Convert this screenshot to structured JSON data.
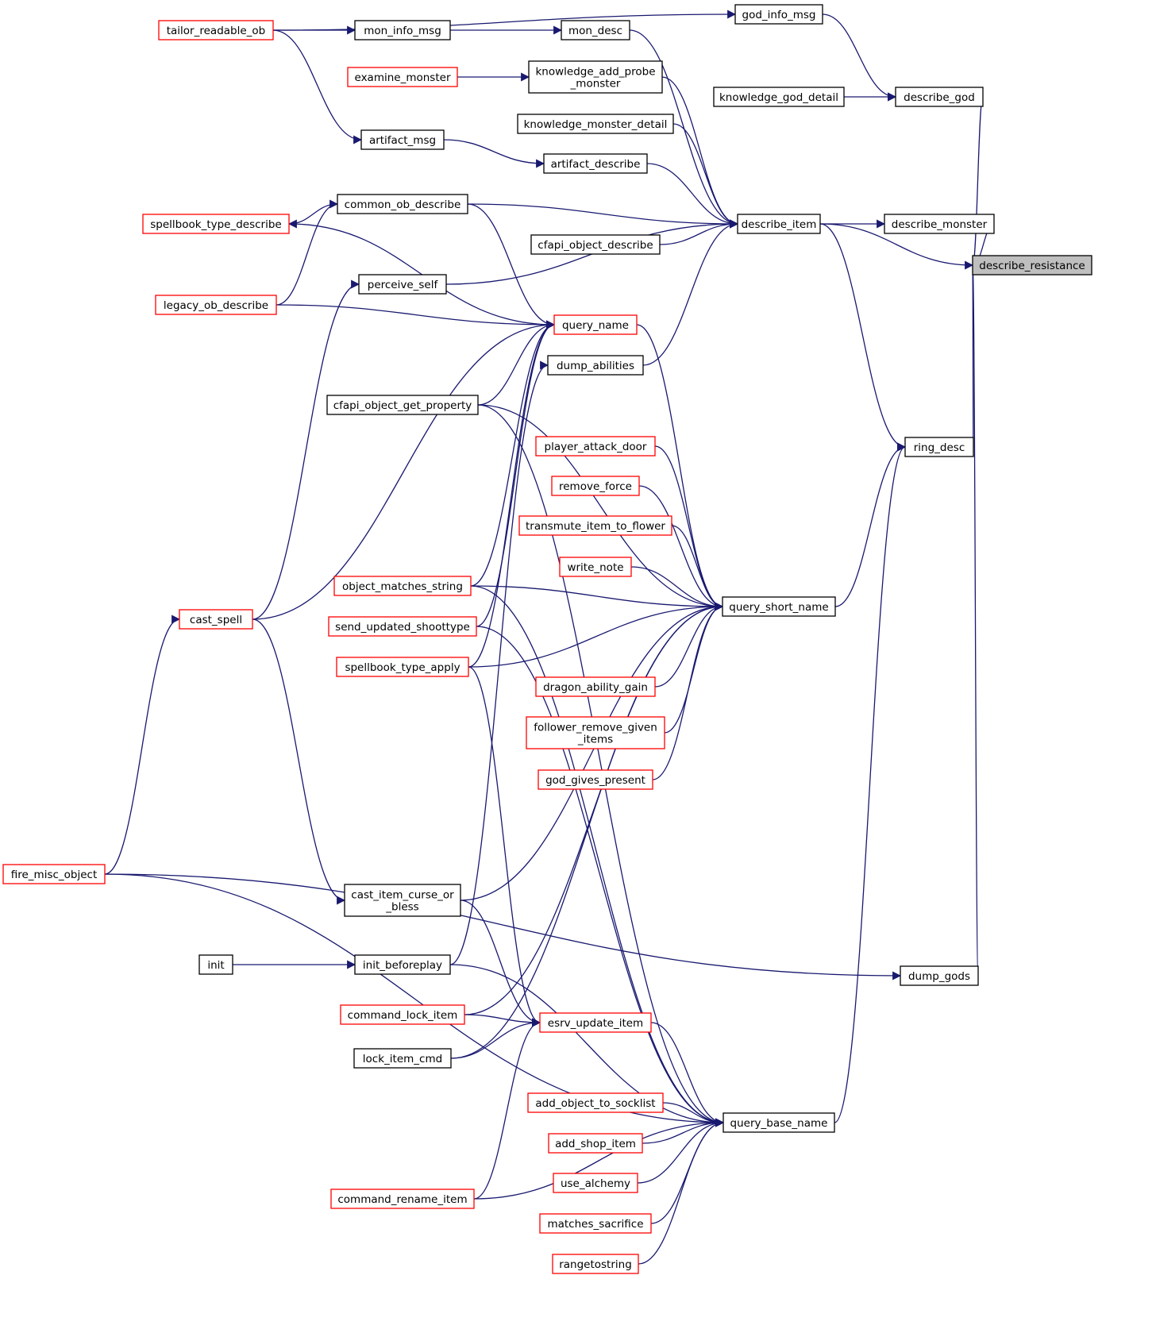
{
  "colors": {
    "edge": "#191970",
    "node_border": "#000000",
    "node_border_truncated": "#ff0000",
    "node_fill": "#ffffff",
    "focus_fill": "#bfbfbf"
  },
  "nodes": [
    {
      "id": "describe_resistance",
      "lines": [
        "describe_resistance"
      ],
      "style": "focus"
    },
    {
      "id": "describe_god",
      "lines": [
        "describe_god"
      ],
      "style": "normal"
    },
    {
      "id": "describe_item",
      "lines": [
        "describe_item"
      ],
      "style": "normal"
    },
    {
      "id": "describe_monster",
      "lines": [
        "describe_monster"
      ],
      "style": "normal"
    },
    {
      "id": "ring_desc",
      "lines": [
        "ring_desc"
      ],
      "style": "normal"
    },
    {
      "id": "dump_gods",
      "lines": [
        "dump_gods"
      ],
      "style": "normal"
    },
    {
      "id": "god_info_msg",
      "lines": [
        "god_info_msg"
      ],
      "style": "normal"
    },
    {
      "id": "knowledge_god_detail",
      "lines": [
        "knowledge_god_detail"
      ],
      "style": "normal"
    },
    {
      "id": "tailor_readable_ob",
      "lines": [
        "tailor_readable_ob"
      ],
      "style": "truncated"
    },
    {
      "id": "mon_info_msg",
      "lines": [
        "mon_info_msg"
      ],
      "style": "normal"
    },
    {
      "id": "mon_desc",
      "lines": [
        "mon_desc"
      ],
      "style": "normal"
    },
    {
      "id": "examine_monster",
      "lines": [
        "examine_monster"
      ],
      "style": "truncated"
    },
    {
      "id": "knowledge_add_probe_monster",
      "lines": [
        "knowledge_add_probe",
        "_monster"
      ],
      "style": "normal"
    },
    {
      "id": "knowledge_monster_detail",
      "lines": [
        "knowledge_monster_detail"
      ],
      "style": "normal"
    },
    {
      "id": "artifact_msg",
      "lines": [
        "artifact_msg"
      ],
      "style": "normal"
    },
    {
      "id": "artifact_describe",
      "lines": [
        "artifact_describe"
      ],
      "style": "normal"
    },
    {
      "id": "common_ob_describe",
      "lines": [
        "common_ob_describe"
      ],
      "style": "normal"
    },
    {
      "id": "spellbook_type_describe",
      "lines": [
        "spellbook_type_describe"
      ],
      "style": "truncated"
    },
    {
      "id": "cfapi_object_describe",
      "lines": [
        "cfapi_object_describe"
      ],
      "style": "normal"
    },
    {
      "id": "perceive_self",
      "lines": [
        "perceive_self"
      ],
      "style": "normal"
    },
    {
      "id": "legacy_ob_describe",
      "lines": [
        "legacy_ob_describe"
      ],
      "style": "truncated"
    },
    {
      "id": "query_name",
      "lines": [
        "query_name"
      ],
      "style": "truncated"
    },
    {
      "id": "dump_abilities",
      "lines": [
        "dump_abilities"
      ],
      "style": "normal"
    },
    {
      "id": "cfapi_object_get_property",
      "lines": [
        "cfapi_object_get_property"
      ],
      "style": "normal"
    },
    {
      "id": "player_attack_door",
      "lines": [
        "player_attack_door"
      ],
      "style": "truncated"
    },
    {
      "id": "remove_force",
      "lines": [
        "remove_force"
      ],
      "style": "truncated"
    },
    {
      "id": "transmute_item_to_flower",
      "lines": [
        "transmute_item_to_flower"
      ],
      "style": "truncated"
    },
    {
      "id": "write_note",
      "lines": [
        "write_note"
      ],
      "style": "truncated"
    },
    {
      "id": "object_matches_string",
      "lines": [
        "object_matches_string"
      ],
      "style": "truncated"
    },
    {
      "id": "query_short_name",
      "lines": [
        "query_short_name"
      ],
      "style": "normal"
    },
    {
      "id": "cast_spell",
      "lines": [
        "cast_spell"
      ],
      "style": "truncated"
    },
    {
      "id": "send_updated_shoottype",
      "lines": [
        "send_updated_shoottype"
      ],
      "style": "truncated"
    },
    {
      "id": "spellbook_type_apply",
      "lines": [
        "spellbook_type_apply"
      ],
      "style": "truncated"
    },
    {
      "id": "dragon_ability_gain",
      "lines": [
        "dragon_ability_gain"
      ],
      "style": "truncated"
    },
    {
      "id": "follower_remove_given_items",
      "lines": [
        "follower_remove_given",
        "_items"
      ],
      "style": "truncated"
    },
    {
      "id": "god_gives_present",
      "lines": [
        "god_gives_present"
      ],
      "style": "truncated"
    },
    {
      "id": "fire_misc_object",
      "lines": [
        "fire_misc_object"
      ],
      "style": "truncated"
    },
    {
      "id": "cast_item_curse_or_bless",
      "lines": [
        "cast_item_curse_or",
        "_bless"
      ],
      "style": "normal"
    },
    {
      "id": "init",
      "lines": [
        "init"
      ],
      "style": "normal"
    },
    {
      "id": "init_beforeplay",
      "lines": [
        "init_beforeplay"
      ],
      "style": "normal"
    },
    {
      "id": "command_lock_item",
      "lines": [
        "command_lock_item"
      ],
      "style": "truncated"
    },
    {
      "id": "esrv_update_item",
      "lines": [
        "esrv_update_item"
      ],
      "style": "truncated"
    },
    {
      "id": "lock_item_cmd",
      "lines": [
        "lock_item_cmd"
      ],
      "style": "normal"
    },
    {
      "id": "add_object_to_socklist",
      "lines": [
        "add_object_to_socklist"
      ],
      "style": "truncated"
    },
    {
      "id": "query_base_name",
      "lines": [
        "query_base_name"
      ],
      "style": "normal"
    },
    {
      "id": "add_shop_item",
      "lines": [
        "add_shop_item"
      ],
      "style": "truncated"
    },
    {
      "id": "use_alchemy",
      "lines": [
        "use_alchemy"
      ],
      "style": "truncated"
    },
    {
      "id": "command_rename_item",
      "lines": [
        "command_rename_item"
      ],
      "style": "truncated"
    },
    {
      "id": "matches_sacrifice",
      "lines": [
        "matches_sacrifice"
      ],
      "style": "truncated"
    },
    {
      "id": "rangetostring",
      "lines": [
        "rangetostring"
      ],
      "style": "truncated"
    }
  ],
  "edges": [
    {
      "from": "describe_god",
      "to": "describe_resistance"
    },
    {
      "from": "describe_item",
      "to": "describe_resistance"
    },
    {
      "from": "describe_monster",
      "to": "describe_resistance"
    },
    {
      "from": "ring_desc",
      "to": "describe_resistance"
    },
    {
      "from": "dump_gods",
      "to": "describe_resistance"
    },
    {
      "from": "god_info_msg",
      "to": "describe_god"
    },
    {
      "from": "knowledge_god_detail",
      "to": "describe_god"
    },
    {
      "from": "tailor_readable_ob",
      "to": "god_info_msg"
    },
    {
      "from": "describe_item",
      "to": "describe_monster"
    },
    {
      "from": "describe_item",
      "to": "ring_desc"
    },
    {
      "from": "mon_desc",
      "to": "describe_item"
    },
    {
      "from": "knowledge_add_probe_monster",
      "to": "describe_item"
    },
    {
      "from": "knowledge_monster_detail",
      "to": "describe_item"
    },
    {
      "from": "artifact_describe",
      "to": "describe_item"
    },
    {
      "from": "common_ob_describe",
      "to": "describe_item"
    },
    {
      "from": "cfapi_object_describe",
      "to": "describe_item"
    },
    {
      "from": "perceive_self",
      "to": "describe_item"
    },
    {
      "from": "dump_abilities",
      "to": "describe_item"
    },
    {
      "from": "mon_info_msg",
      "to": "mon_desc"
    },
    {
      "from": "tailor_readable_ob",
      "to": "mon_info_msg"
    },
    {
      "from": "examine_monster",
      "to": "knowledge_add_probe_monster"
    },
    {
      "from": "artifact_msg",
      "to": "artifact_describe"
    },
    {
      "from": "tailor_readable_ob",
      "to": "artifact_msg"
    },
    {
      "from": "common_ob_describe",
      "to": "spellbook_type_describe"
    },
    {
      "from": "legacy_ob_describe",
      "to": "common_ob_describe"
    },
    {
      "from": "cast_spell",
      "to": "perceive_self"
    },
    {
      "from": "query_short_name",
      "to": "ring_desc"
    },
    {
      "from": "query_base_name",
      "to": "ring_desc"
    },
    {
      "from": "spellbook_type_describe",
      "to": "query_name"
    },
    {
      "from": "common_ob_describe",
      "to": "query_name"
    },
    {
      "from": "legacy_ob_describe",
      "to": "query_name"
    },
    {
      "from": "cfapi_object_get_property",
      "to": "query_name"
    },
    {
      "from": "object_matches_string",
      "to": "query_name"
    },
    {
      "from": "send_updated_shoottype",
      "to": "query_name"
    },
    {
      "from": "spellbook_type_apply",
      "to": "query_name"
    },
    {
      "from": "cast_spell",
      "to": "query_name"
    },
    {
      "from": "init_beforeplay",
      "to": "dump_abilities"
    },
    {
      "from": "query_name",
      "to": "query_short_name"
    },
    {
      "from": "cfapi_object_get_property",
      "to": "query_short_name"
    },
    {
      "from": "player_attack_door",
      "to": "query_short_name"
    },
    {
      "from": "remove_force",
      "to": "query_short_name"
    },
    {
      "from": "transmute_item_to_flower",
      "to": "query_short_name"
    },
    {
      "from": "write_note",
      "to": "query_short_name"
    },
    {
      "from": "object_matches_string",
      "to": "query_short_name"
    },
    {
      "from": "spellbook_type_apply",
      "to": "query_short_name"
    },
    {
      "from": "dragon_ability_gain",
      "to": "query_short_name"
    },
    {
      "from": "follower_remove_given_items",
      "to": "query_short_name"
    },
    {
      "from": "god_gives_present",
      "to": "query_short_name"
    },
    {
      "from": "cast_item_curse_or_bless",
      "to": "query_short_name"
    },
    {
      "from": "command_lock_item",
      "to": "query_short_name"
    },
    {
      "from": "lock_item_cmd",
      "to": "query_short_name"
    },
    {
      "from": "fire_misc_object",
      "to": "cast_spell"
    },
    {
      "from": "cast_spell",
      "to": "cast_item_curse_or_bless"
    },
    {
      "from": "init",
      "to": "init_beforeplay"
    },
    {
      "from": "cast_item_curse_or_bless",
      "to": "esrv_update_item"
    },
    {
      "from": "spellbook_type_apply",
      "to": "esrv_update_item"
    },
    {
      "from": "command_lock_item",
      "to": "esrv_update_item"
    },
    {
      "from": "lock_item_cmd",
      "to": "esrv_update_item"
    },
    {
      "from": "command_rename_item",
      "to": "esrv_update_item"
    },
    {
      "from": "esrv_update_item",
      "to": "query_base_name"
    },
    {
      "from": "add_object_to_socklist",
      "to": "query_base_name"
    },
    {
      "from": "add_shop_item",
      "to": "query_base_name"
    },
    {
      "from": "use_alchemy",
      "to": "query_base_name"
    },
    {
      "from": "matches_sacrifice",
      "to": "query_base_name"
    },
    {
      "from": "rangetostring",
      "to": "query_base_name"
    },
    {
      "from": "object_matches_string",
      "to": "query_base_name"
    },
    {
      "from": "send_updated_shoottype",
      "to": "query_base_name"
    },
    {
      "from": "cfapi_object_get_property",
      "to": "query_base_name"
    },
    {
      "from": "command_rename_item",
      "to": "query_base_name"
    },
    {
      "from": "init_beforeplay",
      "to": "query_base_name"
    },
    {
      "from": "fire_misc_object",
      "to": "query_base_name"
    },
    {
      "from": "fire_misc_object",
      "to": "dump_gods"
    }
  ]
}
